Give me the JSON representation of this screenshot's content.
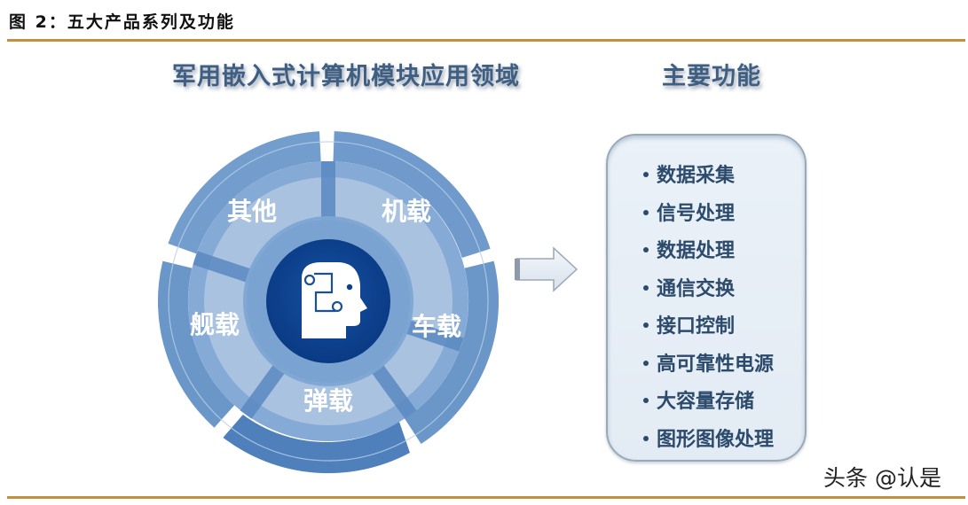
{
  "figure": {
    "title": "图 2：五大产品系列及功能",
    "rule_color": "#c0913f"
  },
  "left_panel": {
    "heading": "军用嵌入式计算机模块应用领域",
    "center_icon": "head-circuit-icon",
    "segments": [
      {
        "label": "机载"
      },
      {
        "label": "车载"
      },
      {
        "label": "弹载"
      },
      {
        "label": "舰载"
      },
      {
        "label": "其他"
      }
    ],
    "colors": {
      "outer_ring": "#6b97c9",
      "outer_ring_dark": "#4f80bc",
      "middle_ring": "#a9c3e0",
      "inner_ring": "#7ea6d3",
      "core": "#0b3f8c",
      "divider": "#4d7fbc"
    }
  },
  "arrow": {
    "icon": "right-arrow-icon"
  },
  "right_panel": {
    "heading": "主要功能",
    "items": [
      "数据采集",
      "信号处理",
      "数据处理",
      "通信交换",
      "接口控制",
      "高可靠性电源",
      "大容量存储",
      "图形图像处理"
    ]
  },
  "watermark": "头条 @认是"
}
